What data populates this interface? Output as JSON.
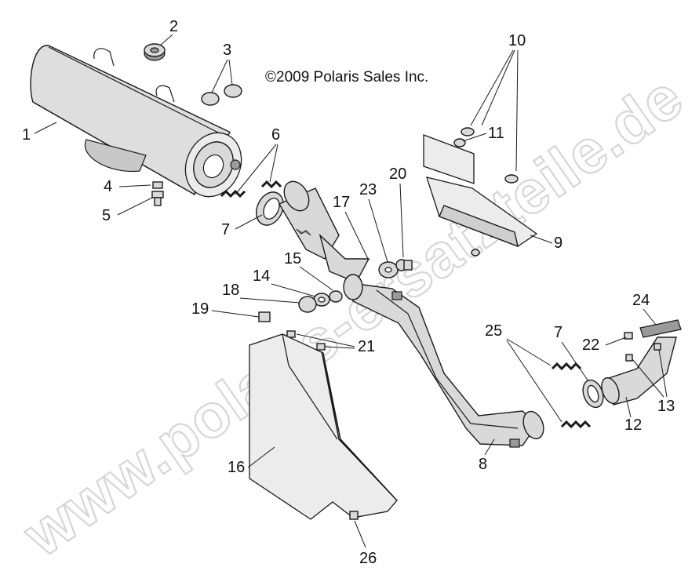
{
  "copyright": "©2009 Polaris Sales Inc.",
  "watermark": "www.polaris-ersatzteile.de",
  "callouts": {
    "c1": "1",
    "c2": "2",
    "c3": "3",
    "c4": "4",
    "c5": "5",
    "c6": "6",
    "c7a": "7",
    "c7b": "7",
    "c8": "8",
    "c9": "9",
    "c10": "10",
    "c11": "11",
    "c12": "12",
    "c13": "13",
    "c14": "14",
    "c15": "15",
    "c16": "16",
    "c17": "17",
    "c18": "18",
    "c19": "19",
    "c20": "20",
    "c21": "21",
    "c22": "22",
    "c23": "23",
    "c24": "24",
    "c25": "25",
    "c26": "26"
  }
}
